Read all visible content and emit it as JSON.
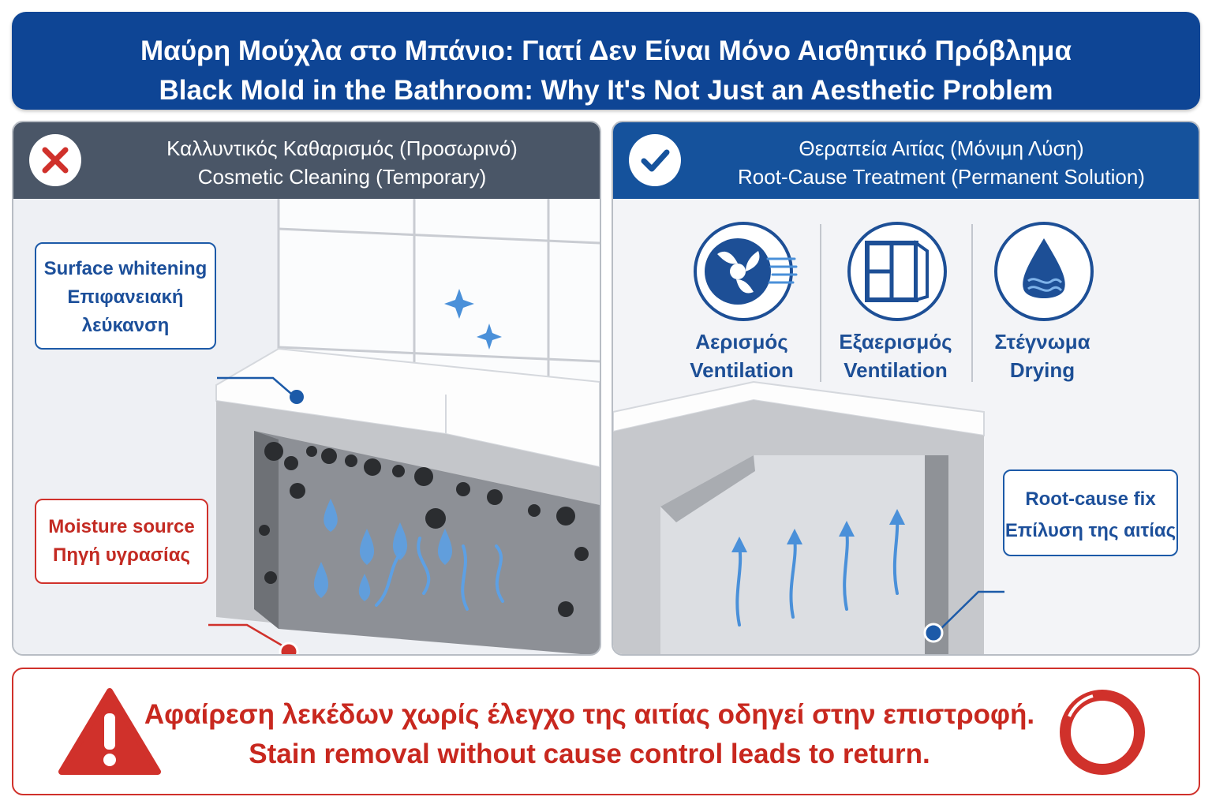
{
  "header": {
    "title_el": "Μαύρη Μούχλα στο Μπάνιο: Γιατί Δεν Είναι Μόνο Αισθητικό Πρόβλημα",
    "title_en": "Black Mold in the Bathroom: Why It's Not Just an Aesthetic Problem"
  },
  "left_panel": {
    "title_el": "Καλλυντικός Καθαρισμός (Προσωρινό)",
    "title_en": "Cosmetic Cleaning (Temporary)",
    "badge_icon": "x-icon",
    "callouts": {
      "surface": [
        "Surface whitening",
        "Επιφανειακή",
        "λεύκανση"
      ],
      "moisture": [
        "Moisture source",
        "Πηγή υγρασίας"
      ]
    }
  },
  "right_panel": {
    "title_el": "Θεραπεία Αιτίας (Μόνιμη Λύση)",
    "title_en": "Root-Cause Treatment (Permanent Solution)",
    "badge_icon": "check-icon",
    "icons": [
      {
        "icon": "fan-icon",
        "label_el": "Αερισμός",
        "label_en": "Ventilation"
      },
      {
        "icon": "window-icon",
        "label_el": "Εξαερισμός",
        "label_en": "Ventilation"
      },
      {
        "icon": "water-drop-icon",
        "label_el": "Στέγνωμα",
        "label_en": "Drying"
      }
    ],
    "callout": [
      "Root-cause fix",
      "Επίλυση της αιτίας"
    ]
  },
  "footer": {
    "text_el": "Αφαίρεση λεκέδων χωρίς έλεγχο της αιτίας οδηγεί στην επιστροφή.",
    "text_en": "Stain removal without cause control leads to return.",
    "warning_icon": "warning-triangle-icon",
    "cycle_icon": "cycle-ring-icon"
  },
  "colors": {
    "navy": "#0e4595",
    "slate": "#4a5667",
    "panel_blue": "#15529c",
    "red": "#c8281f",
    "water_blue": "#4a90d9"
  }
}
